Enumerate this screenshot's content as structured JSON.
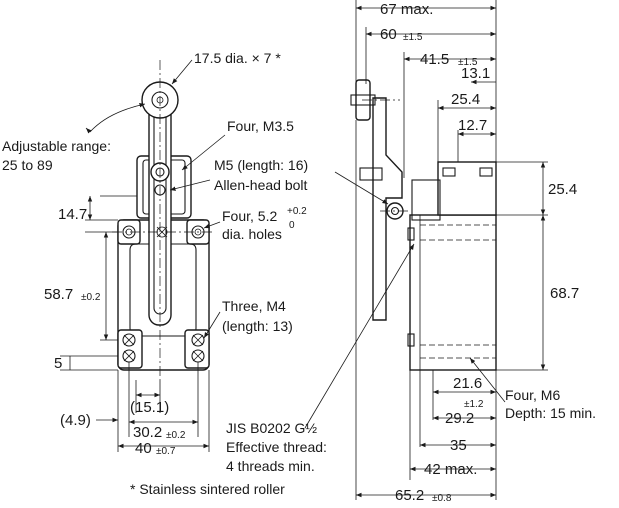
{
  "dims": {
    "d67": "67 max.",
    "d60": "60",
    "d60_tol": "±1.5",
    "d41_5": "41.5",
    "d41_5_tol": "±1.5",
    "d13_1": "13.1",
    "d25_4_top": "25.4",
    "d12_7": "12.7",
    "d25_4_side": "25.4",
    "d68_7": "68.7",
    "d21_6": "21.6",
    "d21_6_tol": "±1.2",
    "d29_2": "29.2",
    "d35": "35",
    "d42": "42 max.",
    "d65_2": "65.2",
    "d65_2_tol": "±0.8",
    "d14_7": "14.7",
    "d58_7": "58.7",
    "d58_7_tol": "±0.2",
    "d5": "5",
    "d4_9": "(4.9)",
    "d15_1": "(15.1)",
    "d30_2": "30.2",
    "d30_2_tol": "±0.2",
    "d40": "40",
    "d40_tol": "±0.7"
  },
  "notes": {
    "roller": "17.5 dia. × 7 *",
    "adj_1": "Adjustable range:",
    "adj_2": "25 to 89",
    "four_m35": "Four, M3.5",
    "m5_1": "M5 (length: 16)",
    "m5_2": "Allen-head bolt",
    "four52_a": "Four, 5.2",
    "four52_sup": "+0.2",
    "four52_sub": "0",
    "four52_b": "dia. holes",
    "three_1": "Three, M4",
    "three_2": "(length: 13)",
    "jis_1": "JIS B0202 G½",
    "jis_2": "Effective thread:",
    "jis_3": "4 threads min.",
    "four_m6_1": "Four, M6",
    "four_m6_2": "Depth: 15 min.",
    "stainless": "* Stainless sintered roller"
  }
}
